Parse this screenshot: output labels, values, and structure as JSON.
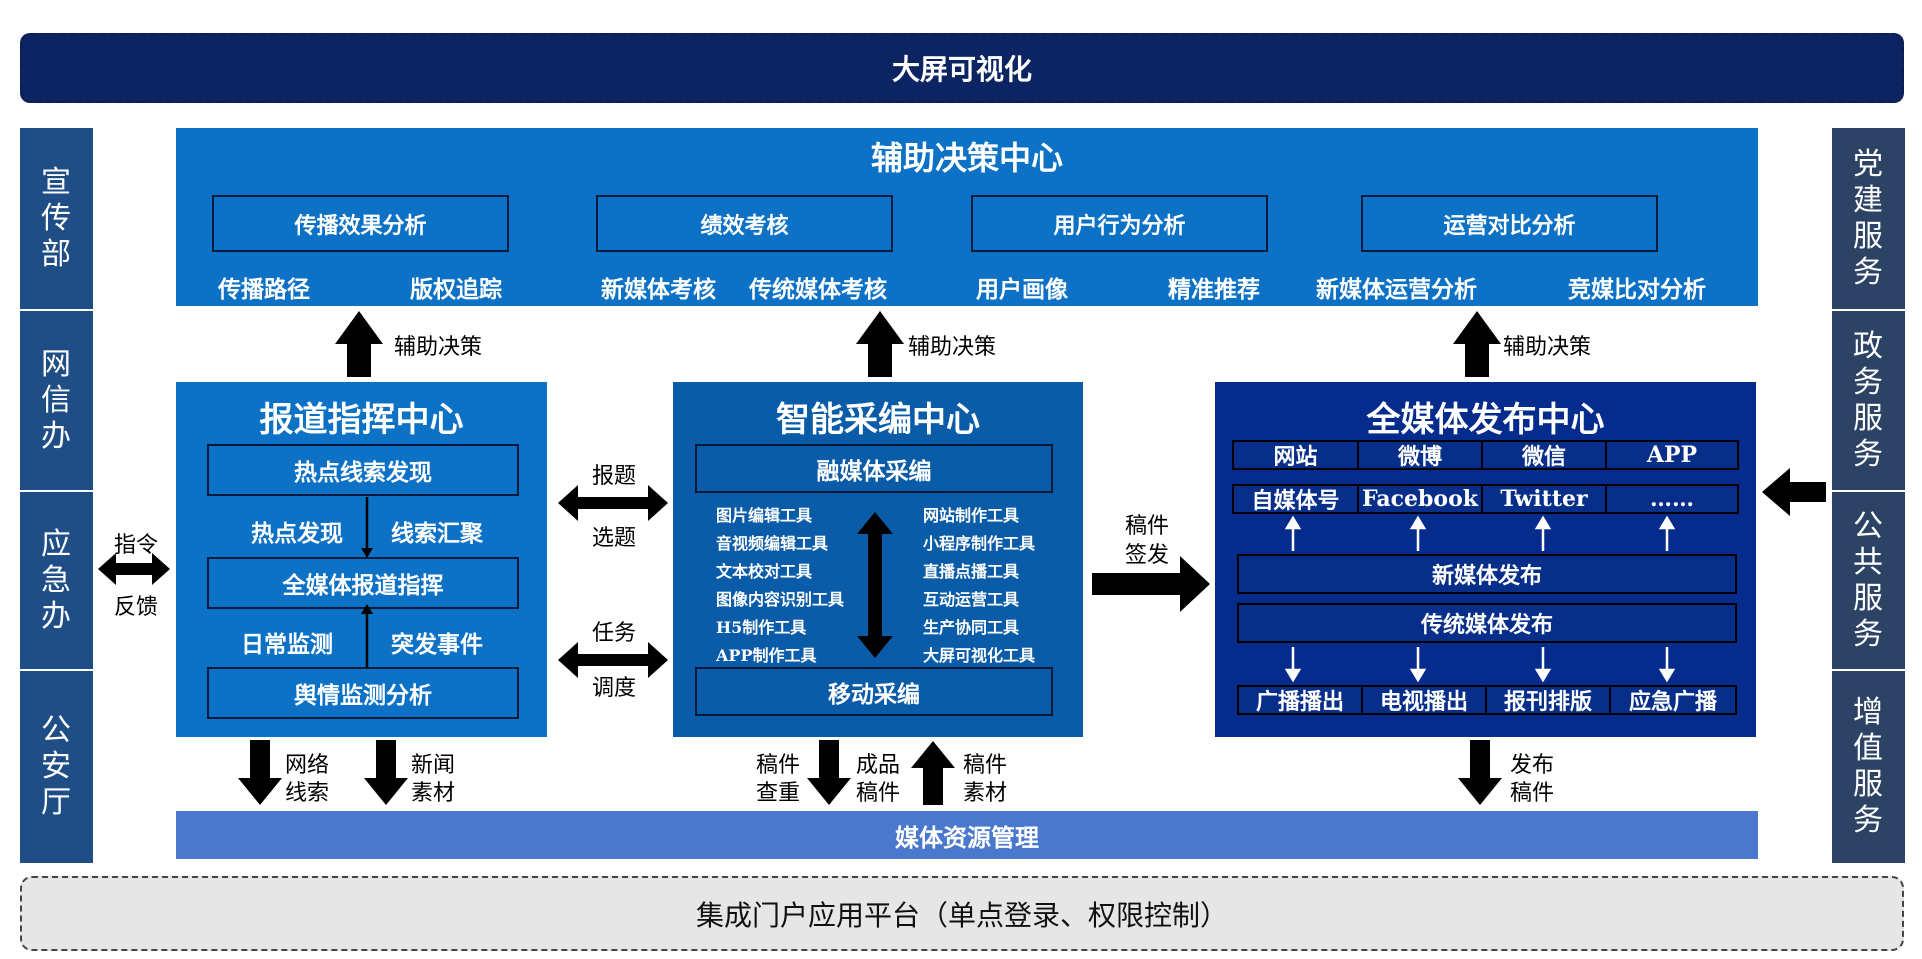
{
  "top_band": "大屏可视化",
  "bottom_band": "集成门户应用平台（单点登录、权限控制）",
  "left_column": [
    [
      "宣",
      "传",
      "部"
    ],
    [
      "网",
      "信",
      "办"
    ],
    [
      "应",
      "急",
      "办"
    ],
    [
      "公",
      "安",
      "厅"
    ]
  ],
  "right_column": [
    [
      "党",
      "建",
      "服",
      "务"
    ],
    [
      "政",
      "务",
      "服",
      "务"
    ],
    [
      "公",
      "共",
      "服",
      "务"
    ],
    [
      "增",
      "值",
      "服",
      "务"
    ]
  ],
  "decision_center": {
    "title": "辅助决策中心",
    "groups": [
      {
        "box": "传播效果分析",
        "subs": [
          "传播路径",
          "版权追踪"
        ]
      },
      {
        "box": "绩效考核",
        "subs": [
          "新媒体考核",
          "传统媒体考核"
        ]
      },
      {
        "box": "用户行为分析",
        "subs": [
          "用户画像",
          "精准推荐"
        ]
      },
      {
        "box": "运营对比分析",
        "subs": [
          "新媒体运营分析",
          "竞媒比对分析"
        ]
      }
    ],
    "arrow_label": "辅助决策"
  },
  "report_center": {
    "title": "报道指挥中心",
    "box1": "热点线索发现",
    "labels1": [
      "热点发现",
      "线索汇聚"
    ],
    "box2": "全媒体报道指挥",
    "labels2": [
      "日常监测",
      "突发事件"
    ],
    "box3": "舆情监测分析"
  },
  "smart_center": {
    "title": "智能采编中心",
    "box_top": "融媒体采编",
    "tools_left": [
      "图片编辑工具",
      "音视频编辑工具",
      "文本校对工具",
      "图像内容识别工具",
      "H5制作工具",
      "APP制作工具"
    ],
    "tools_right": [
      "网站制作工具",
      "小程序制作工具",
      "直播点播工具",
      "互动运营工具",
      "生产协同工具",
      "大屏可视化工具"
    ],
    "box_bottom": "移动采编"
  },
  "publish_center": {
    "title": "全媒体发布中心",
    "row1": [
      "网站",
      "微博",
      "微信",
      "APP"
    ],
    "row2": [
      "自媒体号",
      "Facebook",
      "Twitter",
      "……"
    ],
    "new_media": "新媒体发布",
    "traditional": "传统媒体发布",
    "row3": [
      "广播播出",
      "电视播出",
      "报刊排版",
      "应急广播"
    ]
  },
  "media_bar": "媒体资源管理",
  "labels": {
    "cmd_top": "指令",
    "cmd_bottom": "反馈",
    "report_top": "报题",
    "report_bottom": "选题",
    "task_top": "任务",
    "task_bottom": "调度",
    "sign_top": "稿件",
    "sign_bottom": "签发",
    "net_clue": [
      "网络",
      "线索"
    ],
    "news_mat": [
      "新闻",
      "素材"
    ],
    "check_dup": [
      "稿件",
      "查重"
    ],
    "finished": [
      "成品",
      "稿件"
    ],
    "draft_mat": [
      "稿件",
      "素材"
    ],
    "publish_draft": [
      "发布",
      "稿件"
    ]
  },
  "colors": {
    "top_band": "#0d2463",
    "decision": "#0d72c5",
    "report": "#0d72c5",
    "smart": "#0b5ca8",
    "publish": "#052c8c",
    "media_bar": "#4a78cc",
    "left_column": "#1f4e86",
    "right_column": "#2c4366",
    "bottom_band": "#e6e6e6"
  }
}
